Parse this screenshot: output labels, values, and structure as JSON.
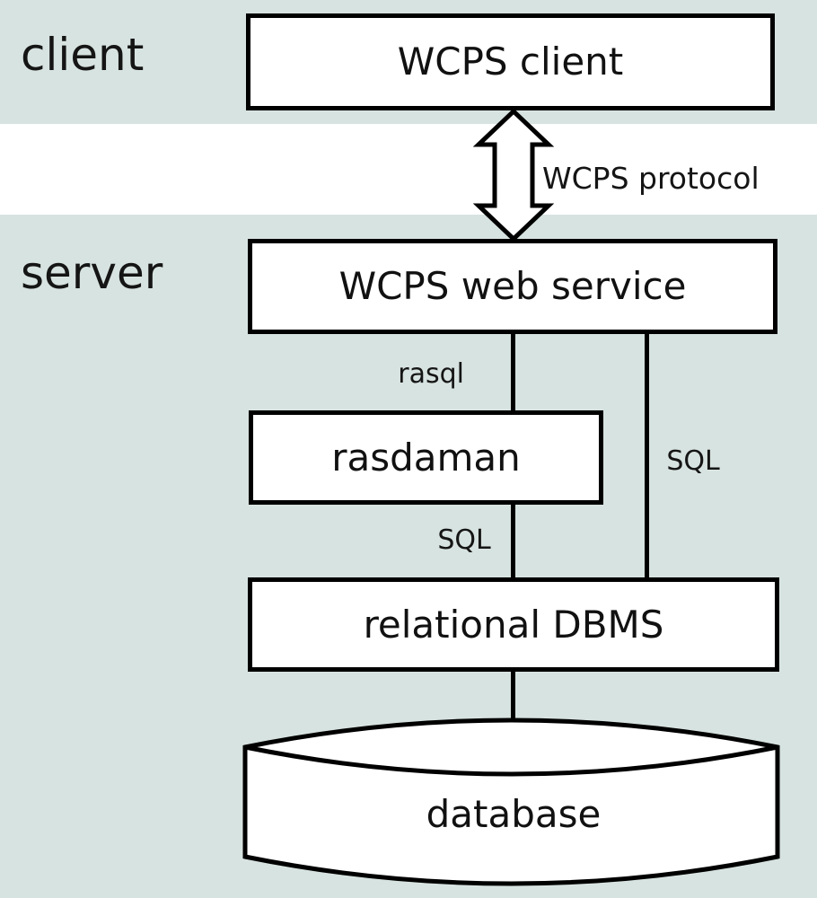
{
  "colors": {
    "background": "#d7e3e0",
    "protocol_band": "#ffffff",
    "node_fill": "#ffffff",
    "stroke": "#000000",
    "text": "#111111"
  },
  "layers": {
    "client": {
      "label": "client"
    },
    "server": {
      "label": "server"
    }
  },
  "nodes": {
    "wcps_client": {
      "label": "WCPS client"
    },
    "wcps_web_service": {
      "label": "WCPS web service"
    },
    "rasdaman": {
      "label": "rasdaman"
    },
    "relational_dbms": {
      "label": "relational DBMS"
    },
    "database": {
      "label": "database"
    }
  },
  "edges": {
    "wcps_protocol": {
      "label": "WCPS protocol"
    },
    "rasql": {
      "label": "rasql"
    },
    "sql_from_rasdaman": {
      "label": "SQL"
    },
    "sql_from_web_service": {
      "label": "SQL"
    }
  }
}
